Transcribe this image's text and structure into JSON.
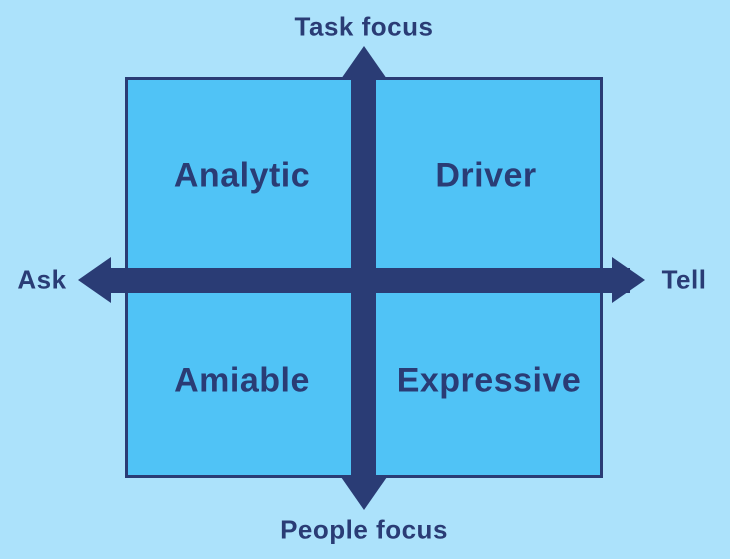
{
  "diagram": {
    "type": "quadrant-matrix",
    "axes": {
      "top": "Task focus",
      "bottom": "People focus",
      "left": "Ask",
      "right": "Tell"
    },
    "quadrants": {
      "top_left": "Analytic",
      "top_right": "Driver",
      "bottom_left": "Amiable",
      "bottom_right": "Expressive"
    },
    "colors": {
      "background": "#ace2fb",
      "quadrant_fill": "#50c3f6",
      "accent_navy": "#2a3c75"
    }
  }
}
